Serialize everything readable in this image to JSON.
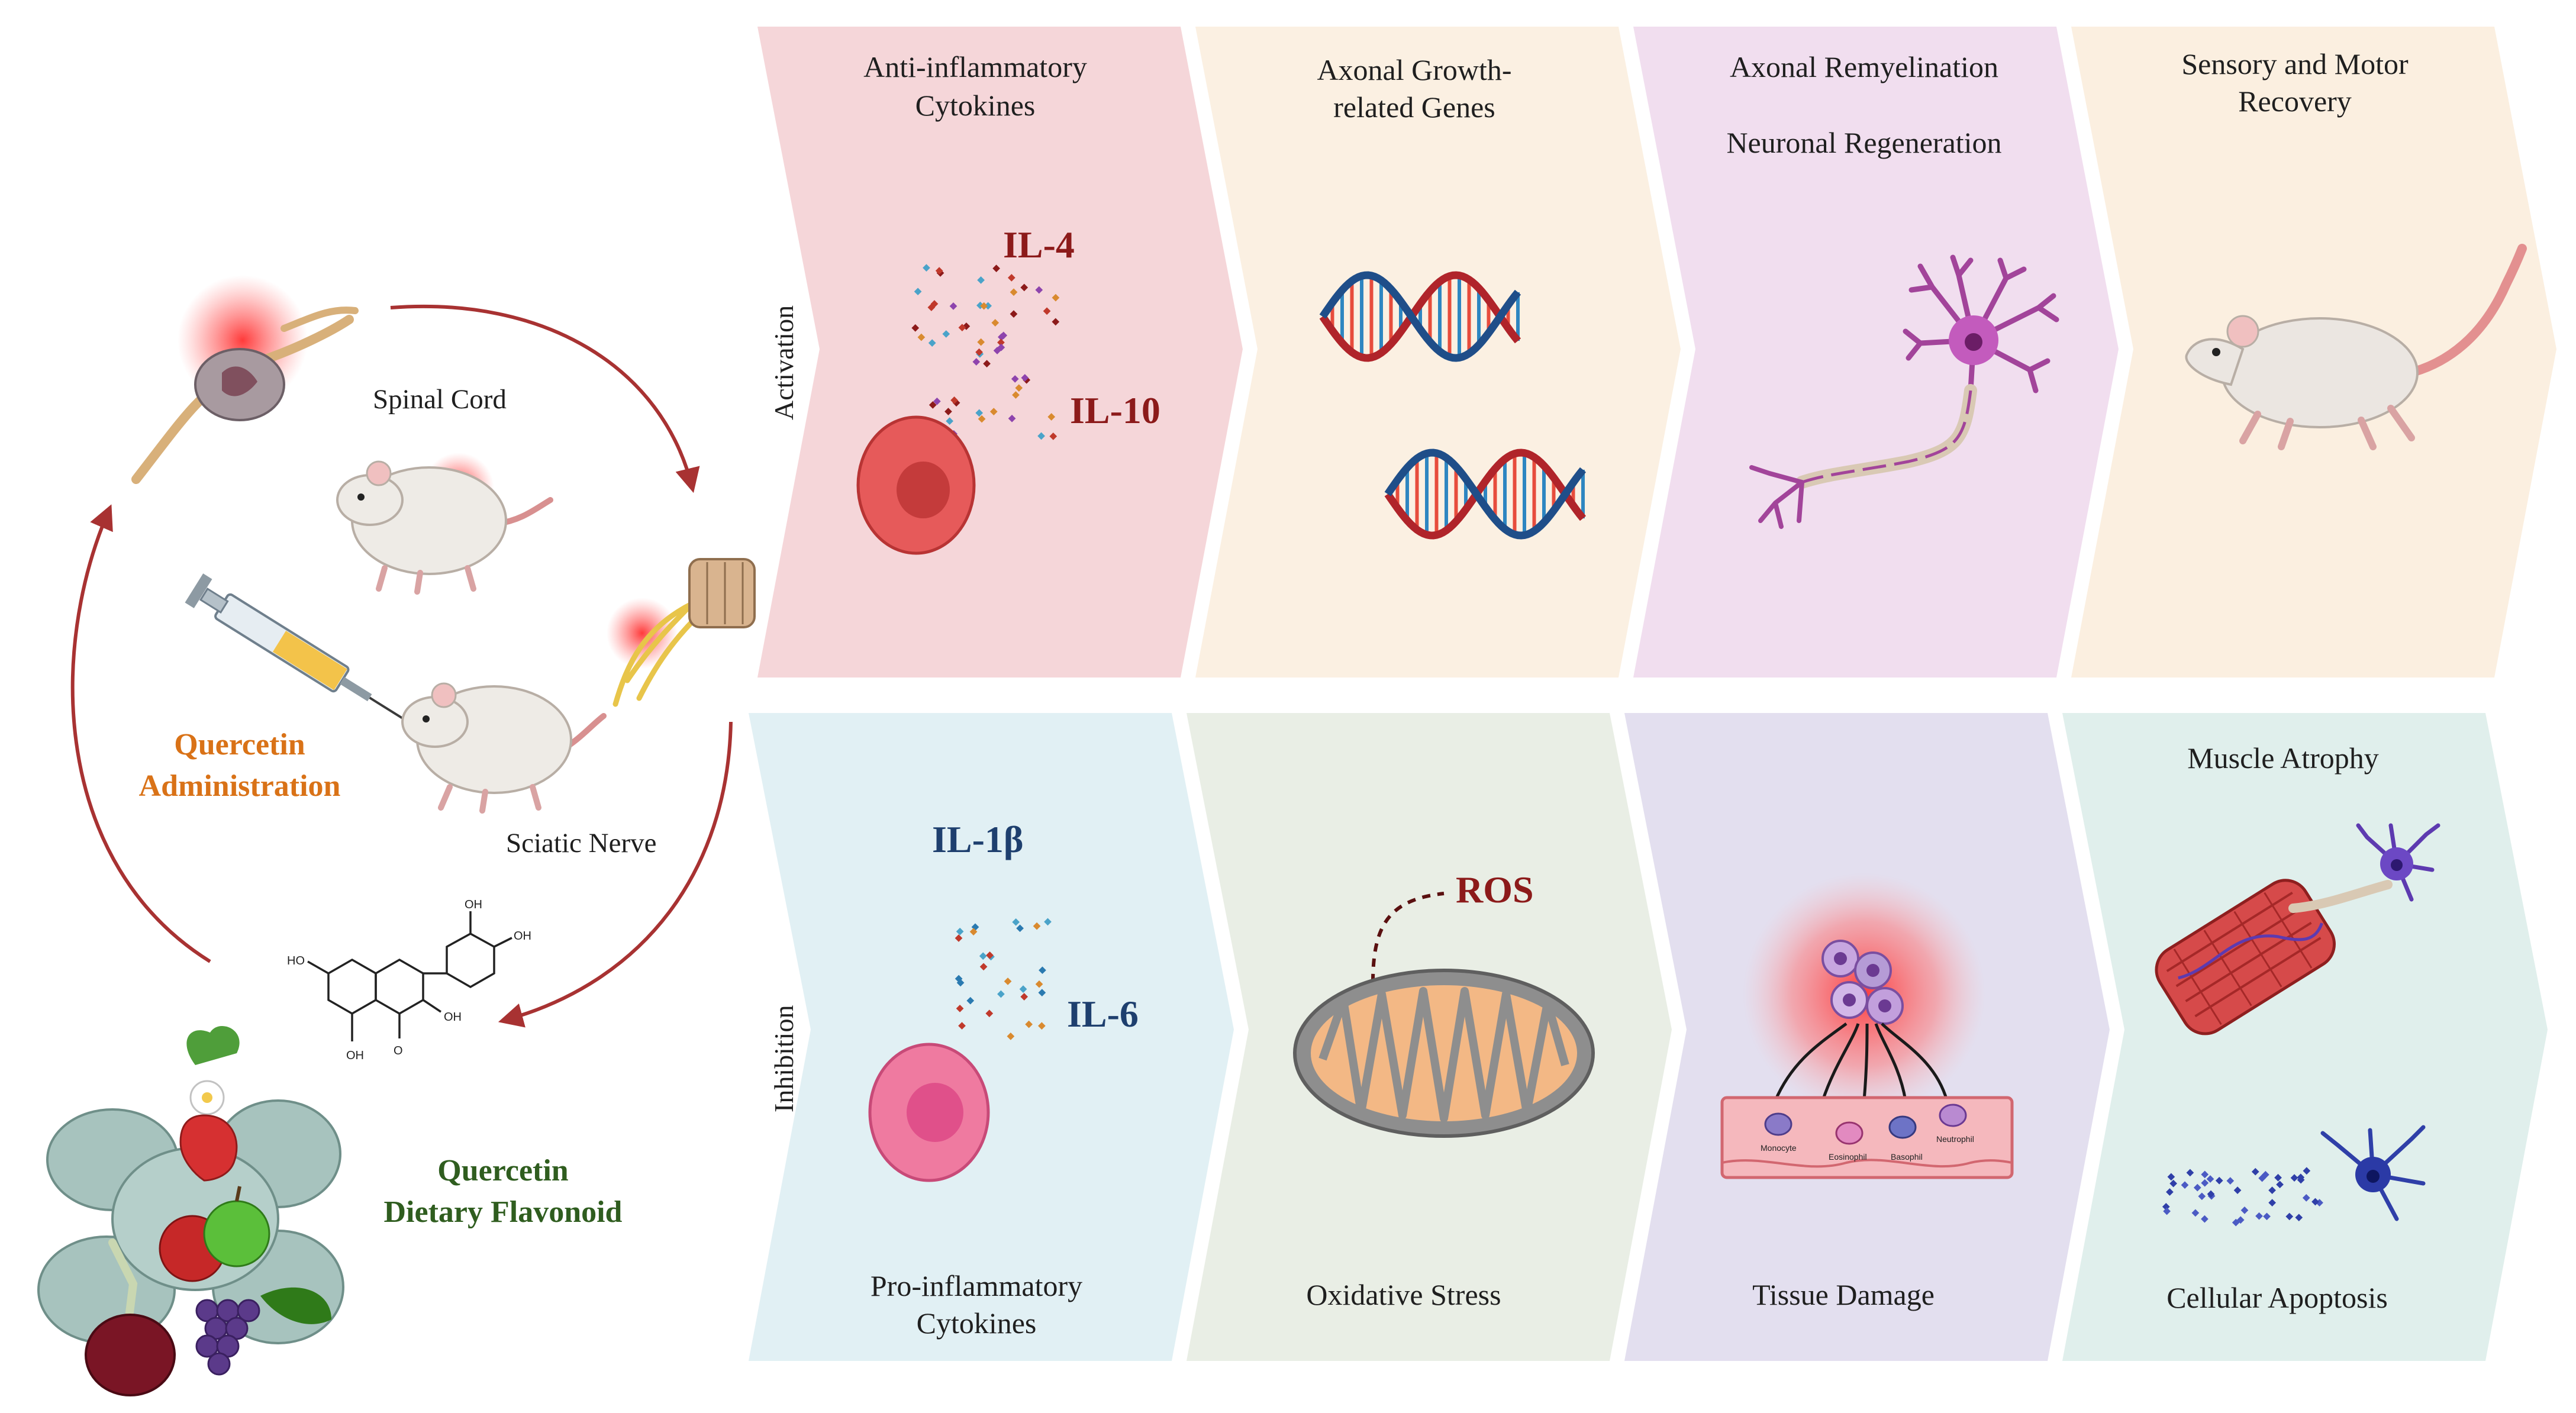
{
  "cycle": {
    "spinal_cord": "Spinal Cord",
    "sciatic_nerve": "Sciatic Nerve",
    "administration_line1": "Quercetin",
    "administration_line2": "Administration",
    "flavonoid_line1": "Quercetin",
    "flavonoid_line2": "Dietary Flavonoid",
    "molecule_labels": [
      "HO",
      "OH",
      "OH",
      "OH",
      "OH",
      "O"
    ]
  },
  "rows": {
    "activation_label": "Activation",
    "inhibition_label": "Inhibition"
  },
  "activation": {
    "panel1": {
      "line1": "Anti-inflammatory",
      "line2": "Cytokines",
      "il_a": "IL-4",
      "il_b": "IL-10"
    },
    "panel2": {
      "line1": "Axonal Growth-",
      "line2": "related Genes"
    },
    "panel3": {
      "line1": "Axonal Remyelination",
      "line2": "Neuronal Regeneration"
    },
    "panel4": {
      "line1": "Sensory and Motor",
      "line2": "Recovery"
    }
  },
  "inhibition": {
    "panel1": {
      "line1": "Pro-inflammatory",
      "line2": "Cytokines",
      "il_a": "IL-1β",
      "il_b": "IL-6"
    },
    "panel2": {
      "label": "Oxidative Stress",
      "ros": "ROS"
    },
    "panel3": {
      "label": "Tissue Damage",
      "cells": [
        "Monocyte",
        "Eosinophil",
        "Basophil",
        "Neutrophil"
      ]
    },
    "panel4": {
      "top": "Muscle Atrophy",
      "bottom": "Cellular Apoptosis"
    }
  },
  "colors": {
    "activation_panels": [
      "#f5d6d9",
      "#fbf0e2",
      "#f1deef",
      "#fbefe0"
    ],
    "inhibition_panels": [
      "#e1f0f4",
      "#e9eee5",
      "#e3dfef",
      "#e0efec"
    ],
    "arrow_red": "#a83232",
    "activation_il": "#8c1a1a",
    "inhibition_il": "#1e3f6e",
    "orange_text": "#d97217",
    "green_text": "#2f5d1f"
  }
}
